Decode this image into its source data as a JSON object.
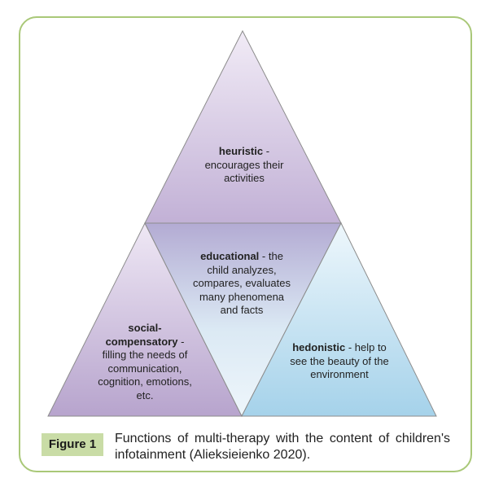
{
  "diagram": {
    "top": {
      "bold": "heuristic",
      "rest": " - encourages their activities"
    },
    "center": {
      "bold": "educational",
      "rest": " - the child analyzes, compares, evaluates many phenomena and facts"
    },
    "left": {
      "bold": "social-compensatory",
      "rest": " - filling the needs of communication, cognition, emotions, etc."
    },
    "right": {
      "bold": "hedonistic",
      "rest": " - help to see the beauty of the environment"
    }
  },
  "figure": {
    "label": "Figure 1",
    "caption": "Functions of multi-therapy with the content of children's infotainment (Alieksieienko 2020)."
  },
  "colors": {
    "border": "#a9c878",
    "badge": "#c9dca6",
    "purple_light": "#ede6f3",
    "purple_dark": "#b9a6cf",
    "blue_light": "#e9f4fb",
    "blue_dark": "#a8d4ea"
  }
}
